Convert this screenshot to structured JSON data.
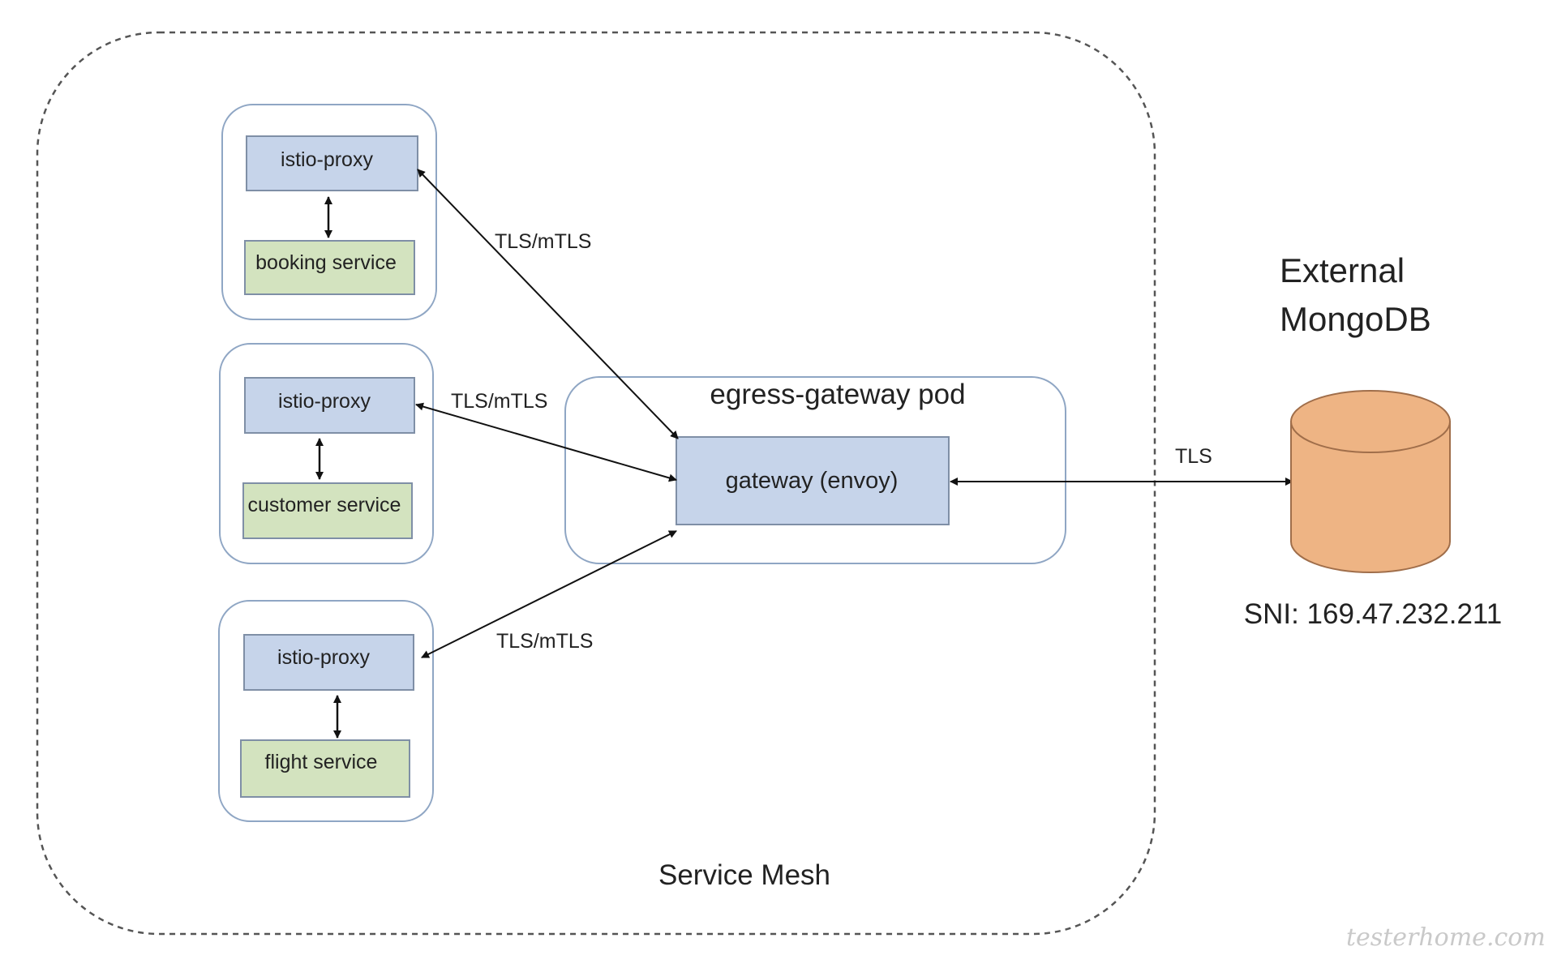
{
  "mesh": {
    "label": "Service Mesh"
  },
  "pods": [
    {
      "proxy_label": "istio-proxy",
      "service_label": "booking service"
    },
    {
      "proxy_label": "istio-proxy",
      "service_label": "customer service"
    },
    {
      "proxy_label": "istio-proxy",
      "service_label": "flight service"
    }
  ],
  "egress": {
    "pod_label": "egress-gateway pod",
    "gateway_label": "gateway (envoy)"
  },
  "links": {
    "pod_link_label": "TLS/mTLS",
    "external_link_label": "TLS"
  },
  "external": {
    "title_line1": "External",
    "title_line2": "MongoDB",
    "sni_label": "SNI: 169.47.232.211"
  },
  "watermark": "testerhome.com",
  "colors": {
    "proxy_fill": "#c6d4ea",
    "service_fill": "#d3e3bf",
    "box_stroke": "#7f8fa6",
    "pod_stroke": "#8fa6c4",
    "db_fill": "#eeb484",
    "db_stroke": "#a06e4a"
  }
}
